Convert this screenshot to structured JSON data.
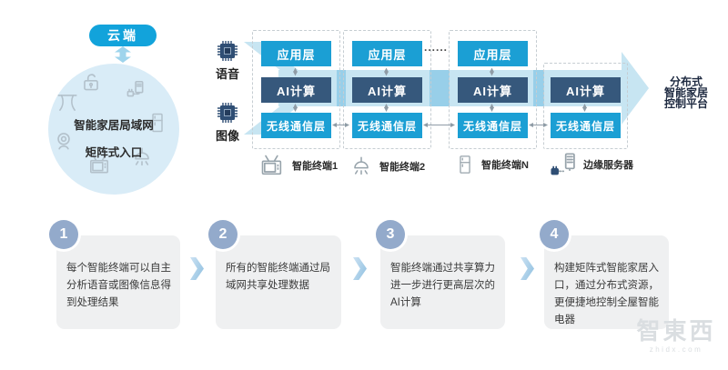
{
  "colors": {
    "accent_blue": "#1B9FD4",
    "dark_navy": "#36587C",
    "band_blue": "#C7E5F2",
    "bridge_blue": "#98CFE9",
    "cloud_blue": "#12A3DB",
    "circle_bg": "#D9ECF7",
    "step_circle": "#93AACB",
    "step_box": "#EFF0F1"
  },
  "cloud": {
    "label": "云端"
  },
  "lan": {
    "title": "智能家居局域网",
    "subtitle": "矩阵式入口",
    "icons": [
      "lock-icon",
      "socket-icon",
      "curtain-icon",
      "fridge-icon",
      "webcam-icon",
      "tv-icon",
      "lamp-icon"
    ]
  },
  "flow": {
    "input_voice": "语音",
    "input_image": "图像",
    "app_layer": "应用层",
    "ai_layer": "AI计算",
    "wireless_layer": "无线通信层",
    "ellipsis": "......",
    "platform": [
      "分布式",
      "智能家居",
      "控制平台"
    ],
    "devices": [
      "智能终端1",
      "智能终端2",
      "智能终端N",
      "边缘服务器"
    ]
  },
  "steps": [
    {
      "number": "1",
      "text": "每个智能终端可以自主分析语音或图像信息得到处理结果"
    },
    {
      "number": "2",
      "text": "所有的智能终端通过局域网共享处理数据"
    },
    {
      "number": "3",
      "text": "智能终端通过共享算力进一步进行更高层次的AI计算"
    },
    {
      "number": "4",
      "text": "构建矩阵式智能家居入口，通过分布式资源，更便捷地控制全屋智能电器"
    }
  ],
  "watermark": {
    "logo": "智東西",
    "domain": "zhidx.com"
  }
}
